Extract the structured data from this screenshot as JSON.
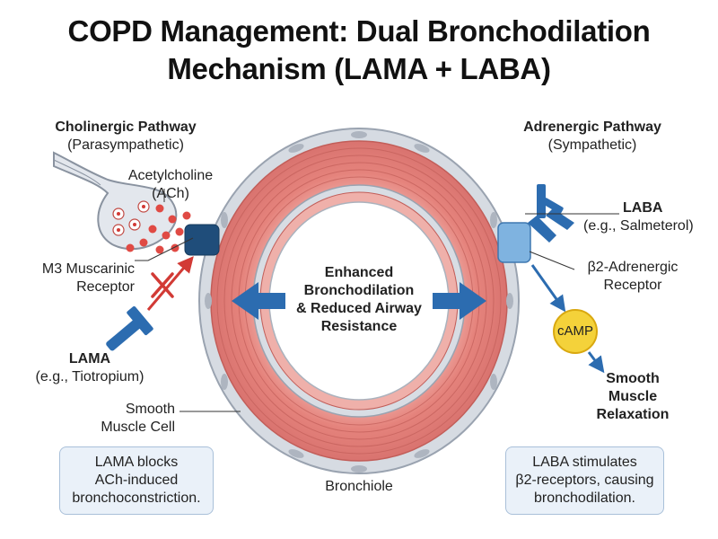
{
  "title": {
    "line1": "COPD Management: Dual Bronchodilation",
    "line2": "Mechanism (LAMA + LABA)"
  },
  "cholinergic": {
    "heading": "Cholinergic Pathway",
    "subheading": "(Parasympathetic)",
    "neurotransmitter_line1": "Acetylcholine",
    "neurotransmitter_line2": "(ACh)",
    "receptor_line1": "M3 Muscarinic",
    "receptor_line2": "Receptor",
    "drug": "LAMA",
    "drug_example": "(e.g., Tiotropium)",
    "cell_line1": "Smooth",
    "cell_line2": "Muscle Cell",
    "note_line1": "LAMA blocks",
    "note_line2": "ACh-induced",
    "note_line3": "bronchoconstriction."
  },
  "adrenergic": {
    "heading": "Adrenergic Pathway",
    "subheading": "(Sympathetic)",
    "drug": "LABA",
    "drug_example": "(e.g., Salmeterol)",
    "receptor_line1": "β2-Adrenergic",
    "receptor_line2": "Receptor",
    "messenger": "cAMP",
    "effect_line1": "Smooth",
    "effect_line2": "Muscle",
    "effect_line3": "Relaxation",
    "note_line1": "LABA stimulates",
    "note_line2": "β2-receptors, causing",
    "note_line3": "bronchodilation."
  },
  "center": {
    "line1": "Enhanced",
    "line2": "Bronchodilation",
    "line3": "& Reduced Airway",
    "line4": "Resistance"
  },
  "bronchiole_label": "Bronchiole",
  "colors": {
    "muscle": "#d9736f",
    "muscle_light": "#f2b3ad",
    "epithelium": "#c9ced6",
    "arrow_blue": "#2c6cb0",
    "block_red": "#d23a35",
    "m3_receptor": "#1f4d7a",
    "beta2_receptor": "#7fb3e0",
    "camp": "#f4d23a",
    "ach": "#e04a44"
  }
}
